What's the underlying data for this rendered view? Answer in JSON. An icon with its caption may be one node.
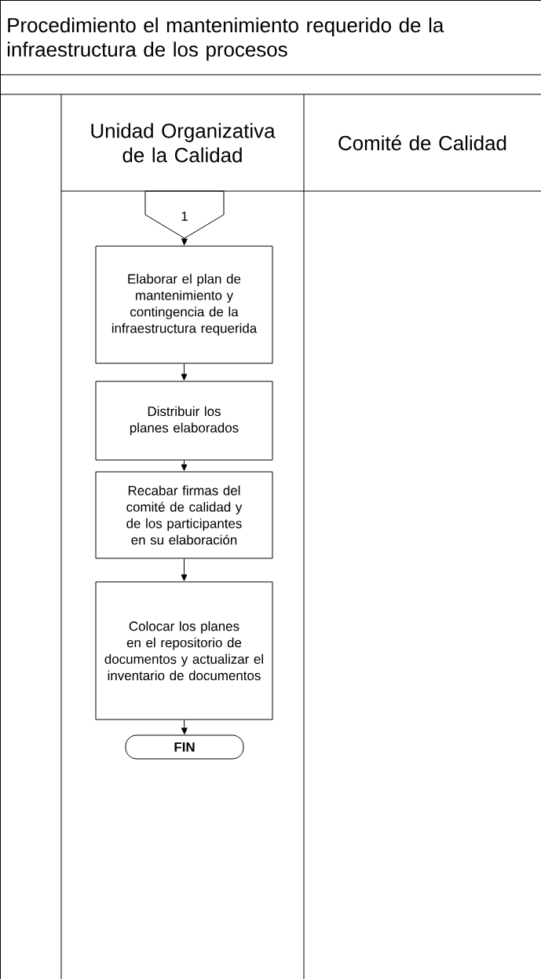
{
  "diagram": {
    "title": "Procedimiento el mantenimiento requerido de la infraestructura de los procesos",
    "nodes": [
      {
        "text": [
          "Unidad Organizativa de la Calidad"
        ]
      },
      {
        "text": [
          "Comité de Calidad"
        ]
      },
      {
        "text": [
          "1"
        ]
      },
      {
        "text": [
          "Elaborar el plan de mantenimiento y contingencia de la infraestructura requerida"
        ]
      },
      {
        "text": [
          "Distribuir los planes elaborados"
        ]
      },
      {
        "text": [
          "Recabar firmas del comité de calidad y de los participantes en su elaboración"
        ]
      },
      {
        "text": [
          "Colocar los planes en el repositorio de documentos y actualizar el inventario de documentos"
        ]
      },
      {
        "text": [
          "FIN"
        ]
      }
    ],
    "edges": [
      {
        "from": 2,
        "to": 3,
        "arrow": "to"
      },
      {
        "from": 3,
        "to": 4,
        "arrow": "to"
      },
      {
        "from": 4,
        "to": 5,
        "arrow": "to"
      },
      {
        "from": 5,
        "to": 6,
        "arrow": "to"
      },
      {
        "from": 6,
        "to": 7,
        "arrow": "to"
      }
    ]
  }
}
